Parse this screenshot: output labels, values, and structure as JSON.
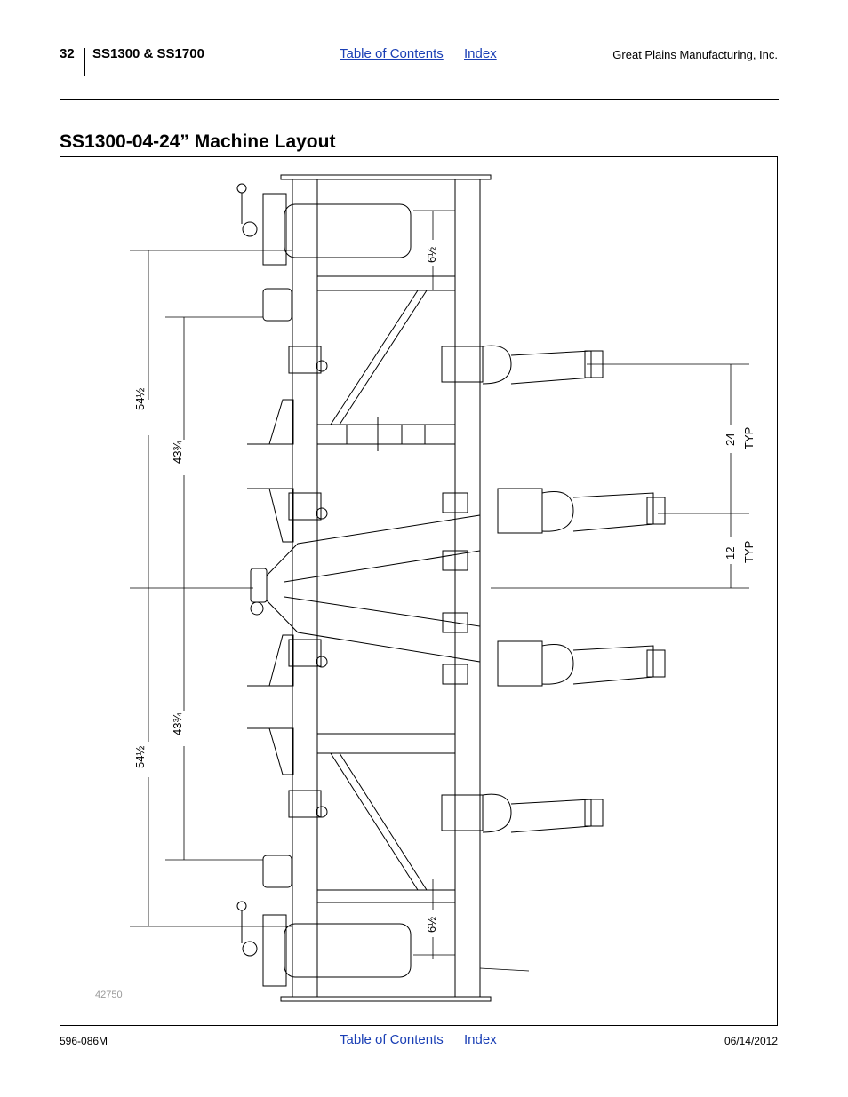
{
  "header": {
    "page_number": "32",
    "model": "SS1300 & SS1700",
    "toc_link": "Table of Contents",
    "index_link": "Index",
    "company": "Great Plains Manufacturing, Inc."
  },
  "title": "SS1300-04-24” Machine Layout",
  "figure": {
    "figure_id": "42750",
    "dimensions": {
      "d_54_half": "54½",
      "d_43_threequarter": "43¾",
      "d_6_half": "6½",
      "d_24": "24",
      "d_12": "12",
      "typ": "TYP"
    }
  },
  "footer": {
    "doc_number": "596-086M",
    "toc_link": "Table of Contents",
    "index_link": "Index",
    "date": "06/14/2012"
  }
}
